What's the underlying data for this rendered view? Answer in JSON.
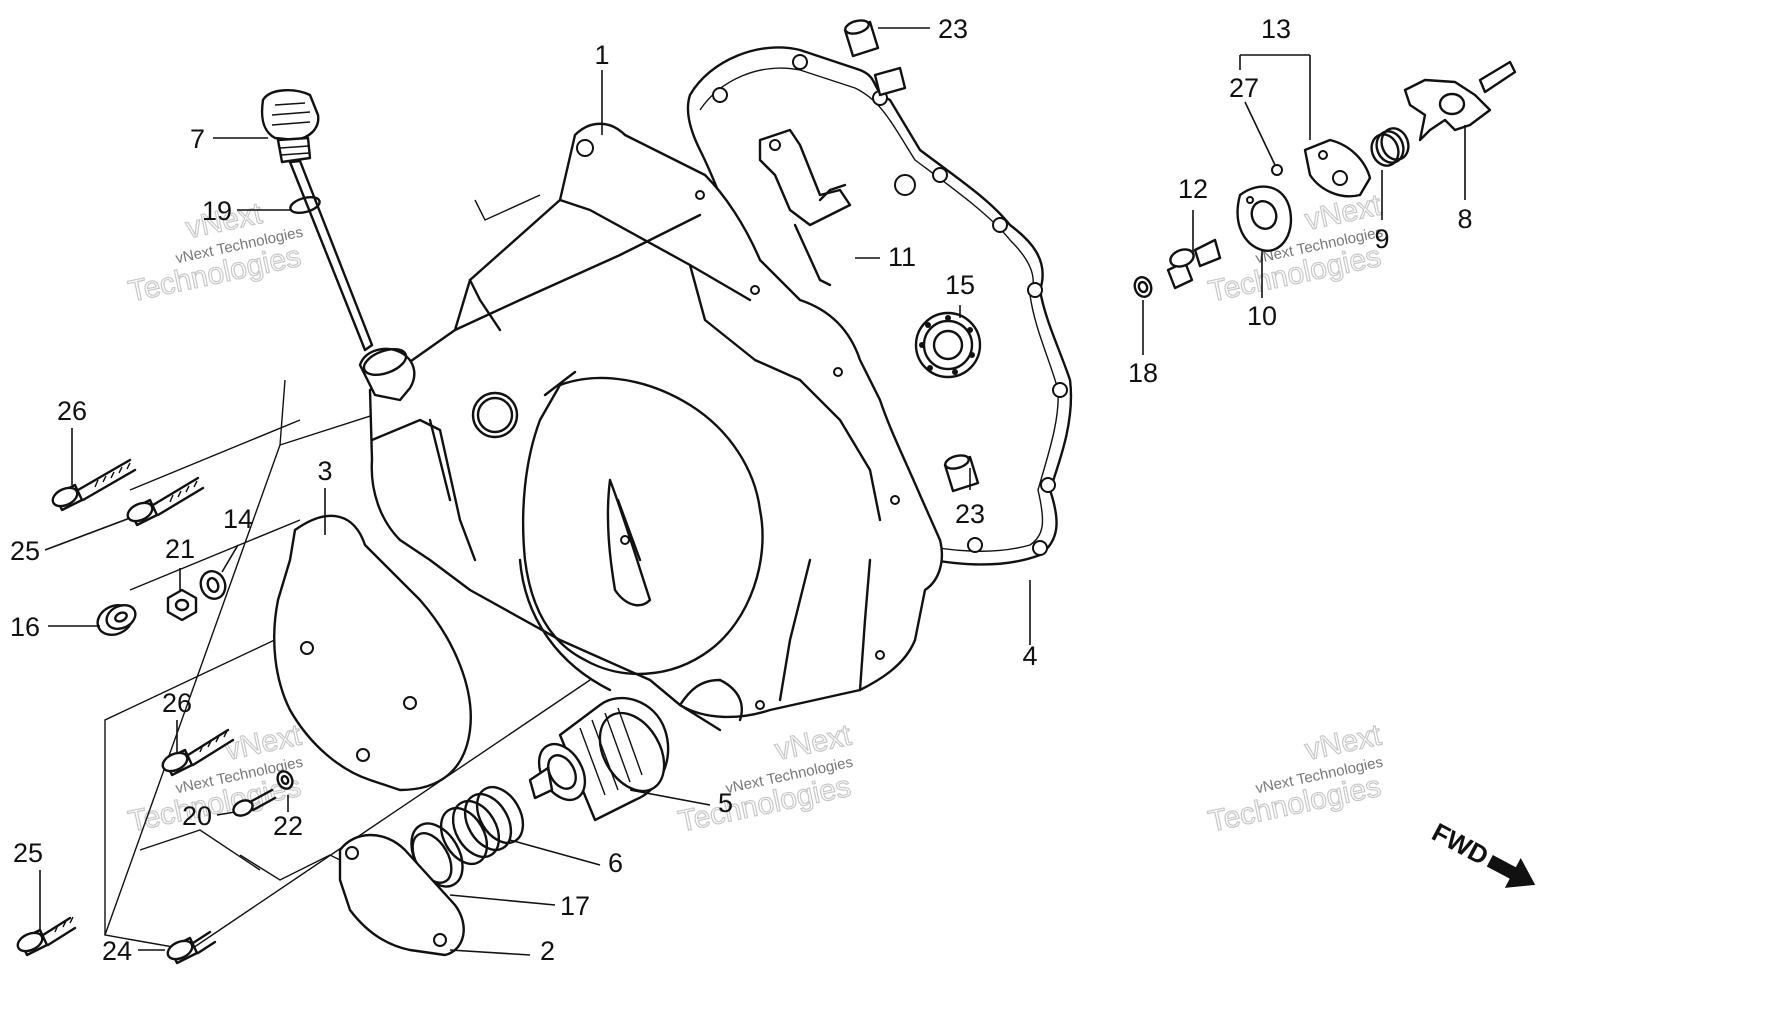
{
  "callouts": [
    {
      "id": "c1",
      "label": "1"
    },
    {
      "id": "c2",
      "label": "2"
    },
    {
      "id": "c3",
      "label": "3"
    },
    {
      "id": "c4",
      "label": "4"
    },
    {
      "id": "c5",
      "label": "5"
    },
    {
      "id": "c6",
      "label": "6"
    },
    {
      "id": "c7",
      "label": "7"
    },
    {
      "id": "c8",
      "label": "8"
    },
    {
      "id": "c9",
      "label": "9"
    },
    {
      "id": "c10",
      "label": "10"
    },
    {
      "id": "c11",
      "label": "11"
    },
    {
      "id": "c12",
      "label": "12"
    },
    {
      "id": "c13",
      "label": "13"
    },
    {
      "id": "c14",
      "label": "14"
    },
    {
      "id": "c15",
      "label": "15"
    },
    {
      "id": "c16",
      "label": "16"
    },
    {
      "id": "c17",
      "label": "17"
    },
    {
      "id": "c18",
      "label": "18"
    },
    {
      "id": "c19",
      "label": "19"
    },
    {
      "id": "c20",
      "label": "20"
    },
    {
      "id": "c21",
      "label": "21"
    },
    {
      "id": "c22",
      "label": "22"
    },
    {
      "id": "c23a",
      "label": "23"
    },
    {
      "id": "c23b",
      "label": "23"
    },
    {
      "id": "c24",
      "label": "24"
    },
    {
      "id": "c25a",
      "label": "25"
    },
    {
      "id": "c25b",
      "label": "25"
    },
    {
      "id": "c26a",
      "label": "26"
    },
    {
      "id": "c26b",
      "label": "26"
    },
    {
      "id": "c27",
      "label": "27"
    }
  ],
  "watermark": {
    "line1": "vNext",
    "line2": "vNext Technologies",
    "line3": "Technologies"
  },
  "direction_arrow": {
    "label": "FWD"
  }
}
